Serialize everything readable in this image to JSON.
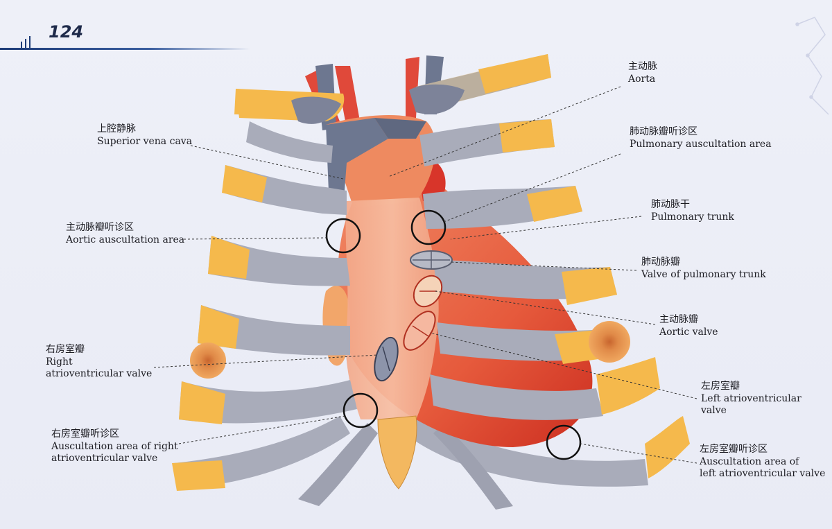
{
  "page": {
    "number": "124"
  },
  "labels": {
    "aorta": {
      "zh": "主动脉",
      "en": "Aorta"
    },
    "svc": {
      "zh": "上腔静脉",
      "en": "Superior vena cava"
    },
    "pulm_area": {
      "zh": "肺动脉瓣听诊区",
      "en": "Pulmonary auscultation area"
    },
    "aortic_area": {
      "zh": "主动脉瓣听诊区",
      "en": "Aortic auscultation area"
    },
    "pulm_trunk": {
      "zh": "肺动脉干",
      "en": "Pulmonary trunk"
    },
    "pulm_valve": {
      "zh": "肺动脉瓣",
      "en": "Valve of pulmonary trunk"
    },
    "aortic_valve": {
      "zh": "主动脉瓣",
      "en": "Aortic valve"
    },
    "right_av": {
      "zh": "右房室瓣",
      "en1": "Right",
      "en2": "atrioventricular valve"
    },
    "left_av": {
      "zh": "左房室瓣",
      "en1": "Left atrioventricular",
      "en2": "valve"
    },
    "right_av_area": {
      "zh": "右房室瓣听诊区",
      "en1": "Auscultation area of right",
      "en2": "atrioventricular valve"
    },
    "left_av_area": {
      "zh": "左房室瓣听诊区",
      "en1": "Auscultation area of",
      "en2": "left atrioventricular valve"
    }
  },
  "colors": {
    "rib_bone": "#a9acba",
    "cartilage": "#f5b94c",
    "heart": "#e65a3c",
    "vessel_red": "#e0493a",
    "vein": "#6d7790",
    "header": "#1e3c78"
  }
}
